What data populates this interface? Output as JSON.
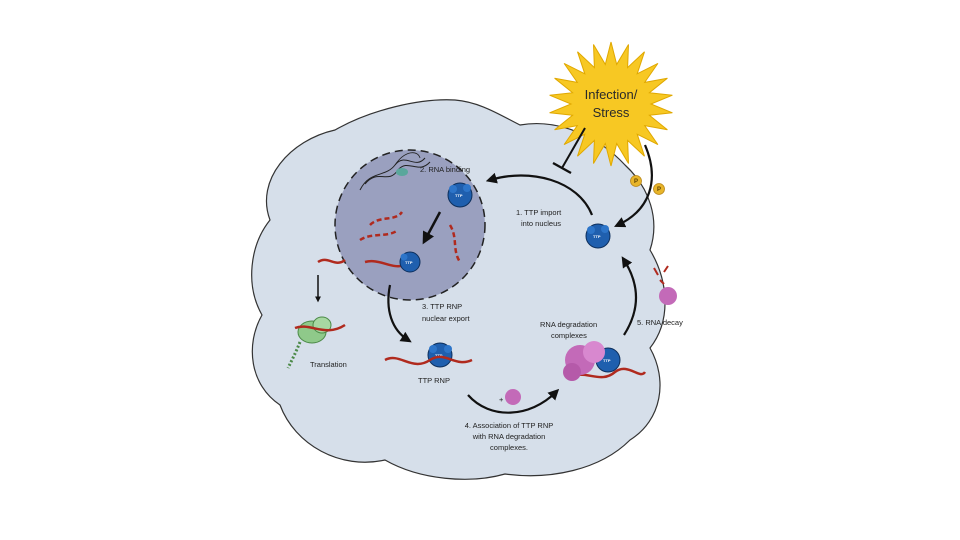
{
  "stress": {
    "line1": "Infection/",
    "line2": "Stress"
  },
  "phospho_label": "P",
  "ttp_label": "TTP",
  "steps": {
    "import": {
      "line1": "1. TTP import",
      "line2": "into nucleus"
    },
    "binding": {
      "line1": "2. RNA binding"
    },
    "export": {
      "line1": "3. TTP RNP",
      "line2": "nuclear export"
    },
    "association": {
      "line1": "4. Association of TTP RNP",
      "line2": "with RNA degradation",
      "line3": "complexes."
    },
    "decay": {
      "line1": "5. RNA decay"
    }
  },
  "labels": {
    "translation": "Translation",
    "ttp_rnp": "TTP RNP",
    "degradation_complexes": {
      "line1": "RNA degradation",
      "line2": "complexes"
    },
    "plus": "+"
  },
  "colors": {
    "cell": "#d6dfea",
    "nucleus": "#9aa0bf",
    "stress_burst": "#f7c823",
    "ttp_protein": "#1f5fae",
    "rna": "#b02a1e",
    "degradation_complex": "#c36ab8",
    "ribosome": "#8fc98a",
    "phosphate": "#e8b52a"
  }
}
